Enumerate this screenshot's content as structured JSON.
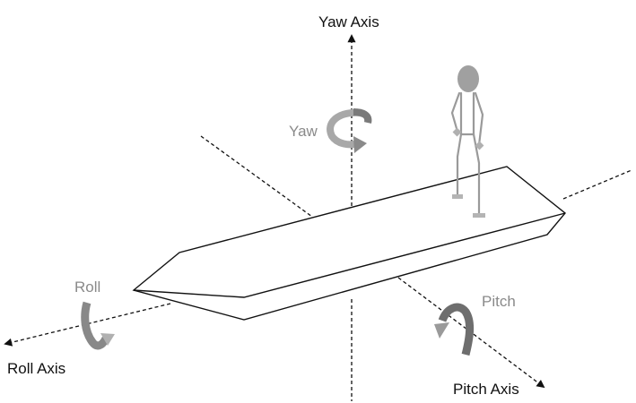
{
  "axes": {
    "yaw": "Yaw Axis",
    "roll": "Roll Axis",
    "pitch": "Pitch Axis"
  },
  "motions": {
    "yaw": "Yaw",
    "roll": "Roll",
    "pitch": "Pitch"
  },
  "colors": {
    "line": "#111111",
    "label_gray": "#8a8a8a",
    "arrow_gray": "#9a9a9a",
    "arrow_dark": "#666666",
    "figure_gray": "#9a9a9a",
    "figure_head": "#a0a0a0"
  }
}
